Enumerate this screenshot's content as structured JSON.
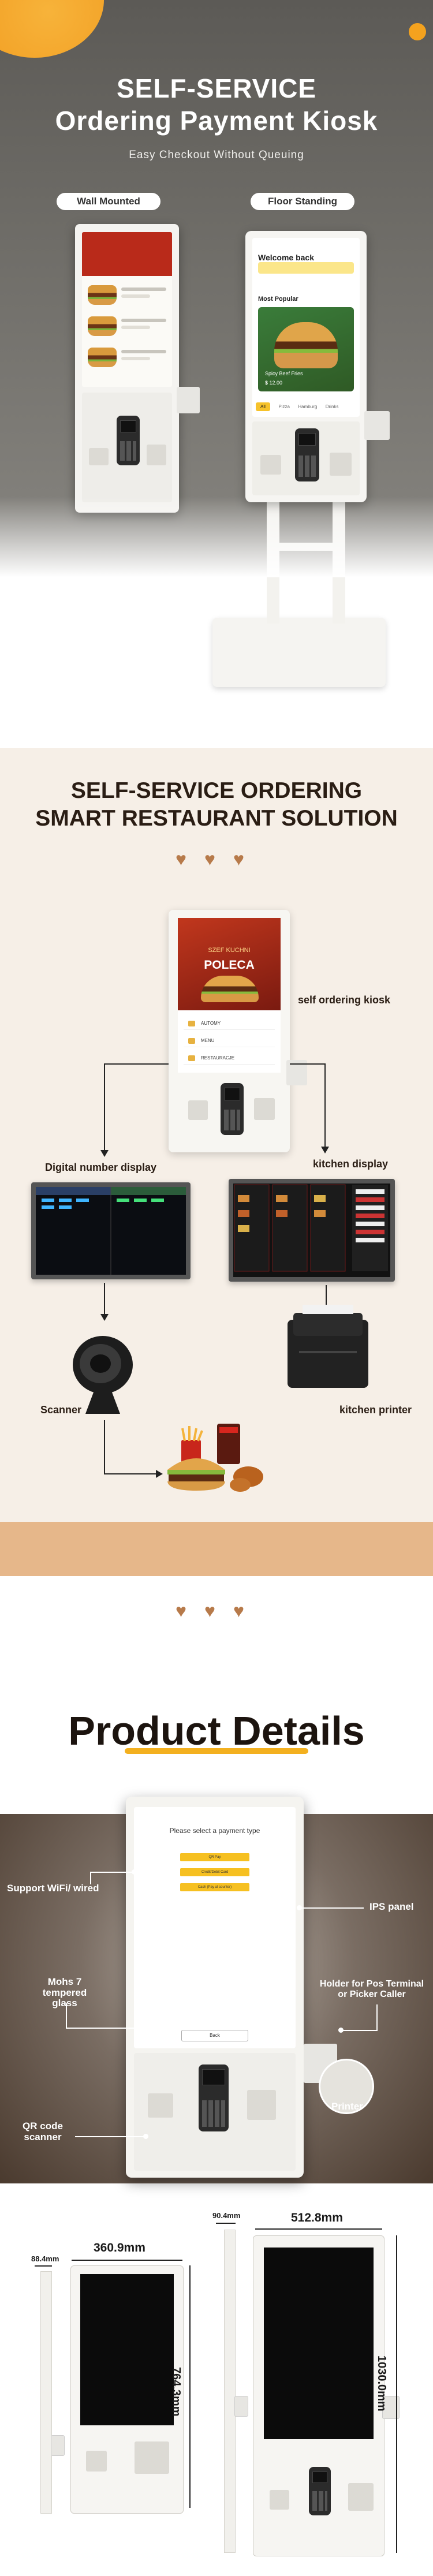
{
  "hero": {
    "title_line1": "SELF-SERVICE",
    "title_line2": "Ordering Payment Kiosk",
    "subtitle": "Easy Checkout Without Queuing",
    "tag_wall": "Wall Mounted",
    "tag_floor": "Floor Standing",
    "floor_kiosk": {
      "welcome": "Welcome back",
      "most_popular": "Most Popular",
      "item_name": "Spicy Beef Fries",
      "item_price": "$ 12.00",
      "tabs": [
        "All",
        "Pizza",
        "Hamburg",
        "Drinks"
      ]
    },
    "colors": {
      "accent": "#f4a21e",
      "background": "#6e6c67"
    }
  },
  "solution": {
    "title_line1": "SELF-SERVICE ORDERING",
    "title_line2": "SMART RESTAURANT SOLUTION",
    "hearts": [
      "♥",
      "♥",
      "♥"
    ],
    "labels": {
      "kiosk": "self ordering kiosk",
      "digital": "Digital number display",
      "kitchen_display": "kitchen display",
      "scanner": "Scanner",
      "kitchen_printer": "kitchen printer"
    },
    "kiosk_screen": {
      "szef": "SZEF KUCHNI",
      "poleca": "POLECA",
      "menu": [
        "AUTOMY",
        "MENU",
        "RESTAURACJE"
      ]
    },
    "colors": {
      "background": "#f6efe7",
      "band": "#e6b78a",
      "heart": "#b77a4a"
    }
  },
  "details": {
    "title": "Product Details",
    "screen_prompt": "Please select a payment type",
    "pay_options": [
      "QR Pay",
      "Credit/Debit Card",
      "Cash (Pay at counter)"
    ],
    "back_label": "Back",
    "callouts": {
      "wifi": "Support WiFi/ wired",
      "ips": "IPS panel",
      "glass_line1": "Mohs 7",
      "glass_line2": "tempered glass",
      "holder_line1": "Holder for Pos Terminal",
      "holder_line2": "or Picker Caller",
      "qr_line1": "QR code",
      "qr_line2": "scanner",
      "printer": "Printer"
    },
    "dims": {
      "wall_depth": "88.4mm",
      "wall_width": "360.9mm",
      "wall_height": "764.3mm",
      "floor_depth": "90.4mm",
      "floor_width": "512.8mm",
      "floor_height": "1030.0mm"
    },
    "colors": {
      "underline": "#f3b01f",
      "pay_button": "#f6c021"
    }
  }
}
